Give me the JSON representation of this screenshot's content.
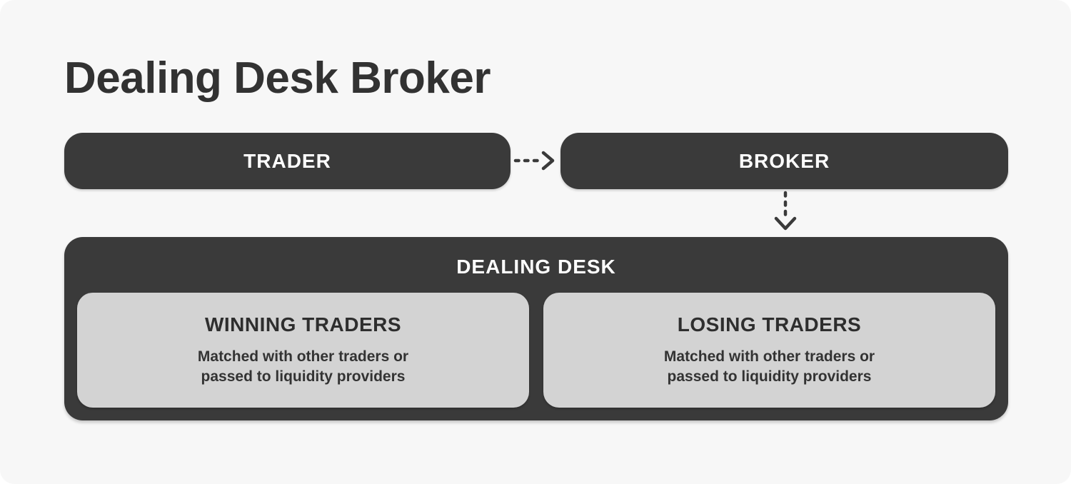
{
  "title": "Dealing Desk Broker",
  "colors": {
    "canvas_bg": "#f7f7f7",
    "dark_box": "#3a3a3a",
    "light_box": "#d3d3d3",
    "title_text": "#323232",
    "box_text": "#ffffff",
    "inner_title_text": "#2e2e2e",
    "inner_desc_text": "#333333"
  },
  "flow": {
    "trader_label": "TRADER",
    "broker_label": "BROKER",
    "arrow_trader_to_broker": "dashed-arrow-right",
    "arrow_broker_to_dealing_desk": "dashed-arrow-down"
  },
  "dealing_desk": {
    "label": "DEALING DESK",
    "boxes": [
      {
        "title": "WINNING TRADERS",
        "line1": "Matched with other traders or",
        "line2": "passed to liquidity providers"
      },
      {
        "title": "LOSING TRADERS",
        "line1": "Matched with other traders or",
        "line2": "passed to liquidity providers"
      }
    ]
  }
}
